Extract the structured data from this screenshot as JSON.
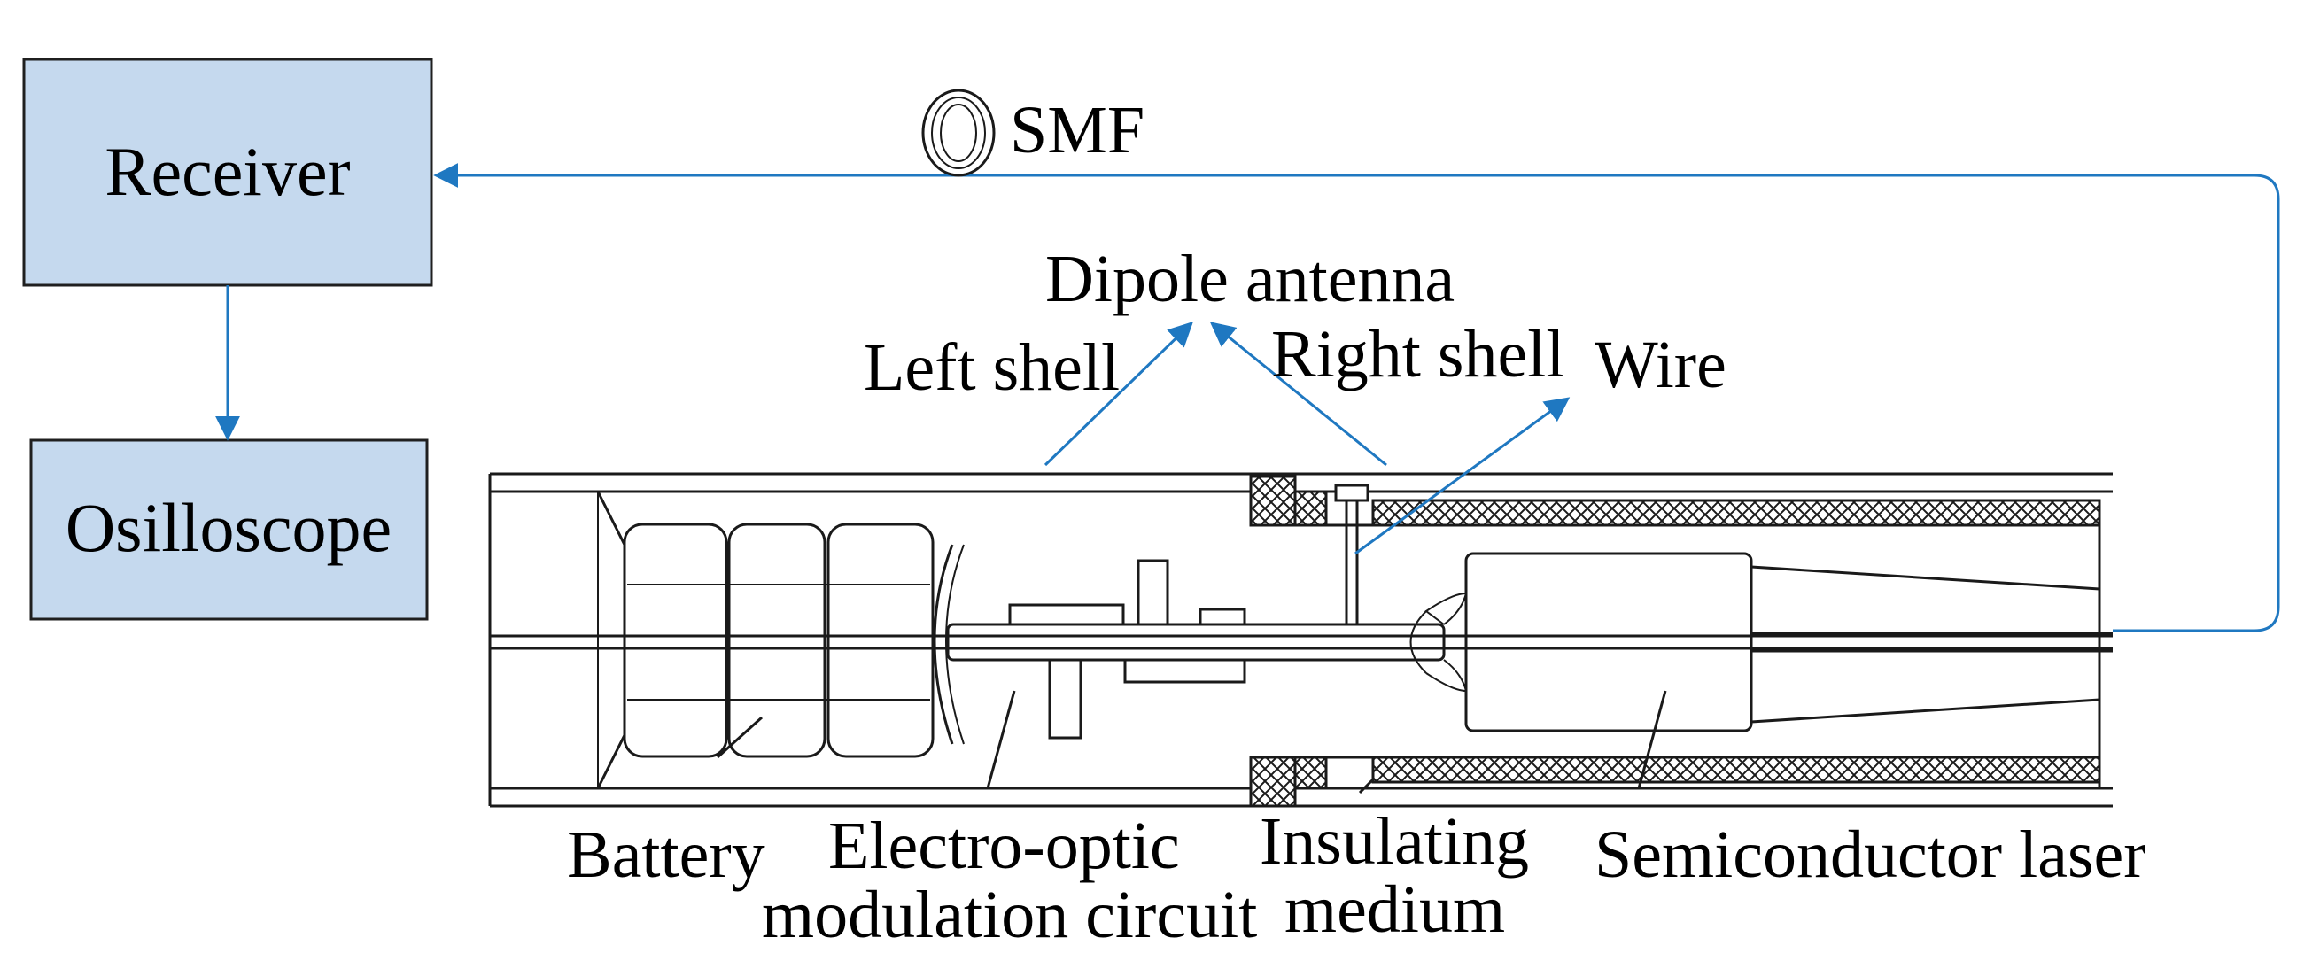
{
  "blocks": {
    "receiver": "Receiver",
    "oscilloscope": "Osilloscope"
  },
  "fiber_label": "SMF",
  "top_labels": {
    "dipole_antenna": "Dipole antenna",
    "left_shell": "Left shell",
    "right_shell": "Right shell",
    "wire": "Wire"
  },
  "bottom_labels": {
    "battery": "Battery",
    "eo_line1": "Electro-optic",
    "eo_line2": "modulation circuit",
    "insulating_line1": "Insulating",
    "insulating_line2": "medium",
    "semiconductor_laser": "Semiconductor laser"
  },
  "colors": {
    "block_fill": "#c5d9ee",
    "block_stroke": "#1f1f1f",
    "arrow": "#1f78c1",
    "drawing": "#1a1a1a"
  }
}
